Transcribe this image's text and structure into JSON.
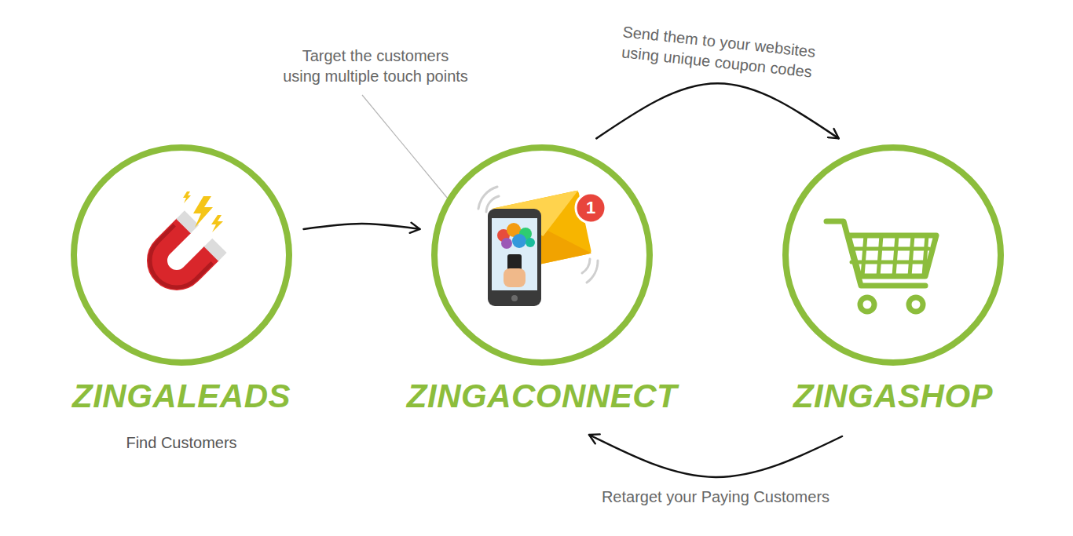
{
  "diagram": {
    "nodes": [
      {
        "text": [
          "ZINGALEADS",
          "Find Customers"
        ]
      },
      {
        "text": [
          "ZINGACONNECT"
        ]
      },
      {
        "text": [
          "ZINGASHOP"
        ]
      }
    ],
    "edges": [
      {
        "from": 0,
        "to": 1,
        "arrow": "to"
      },
      {
        "from": 1,
        "to": 2,
        "label": "Send them to your websites using unique coupon codes",
        "arrow": "to"
      },
      {
        "from": 2,
        "to": 1,
        "label": "Retarget your Paying Customers",
        "arrow": "to"
      }
    ],
    "labels": [
      "Target the customers using multiple touch points",
      "1"
    ]
  }
}
